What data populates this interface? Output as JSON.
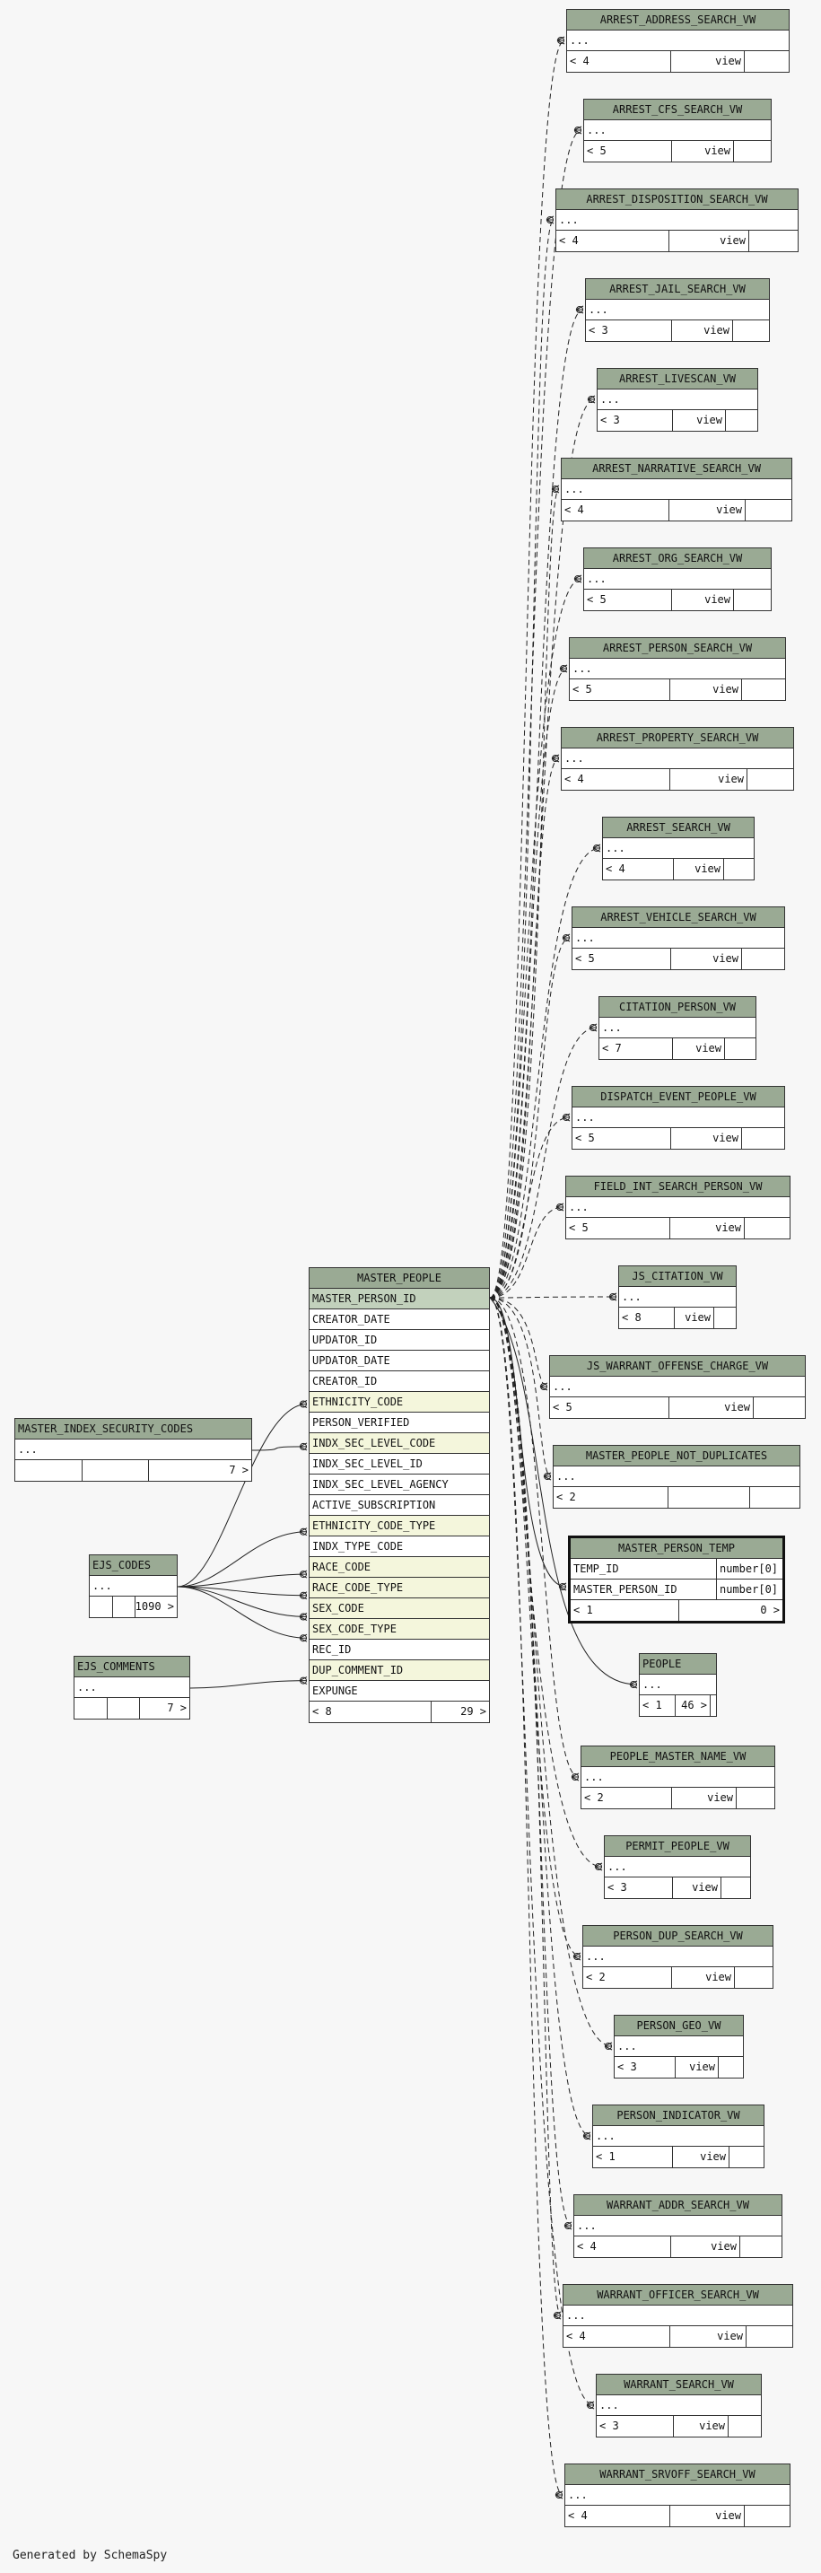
{
  "footer": "Generated by SchemaSpy",
  "colors": {
    "header": "#9aaa94",
    "key_column": "#f4f6dc",
    "primary_key": "#c2d1bc",
    "background": "#f7f7f7"
  },
  "views": [
    {
      "name": "ARREST_ADDRESS_SEARCH_VW",
      "row": "...",
      "count": "< 4",
      "kind": "view"
    },
    {
      "name": "ARREST_CFS_SEARCH_VW",
      "row": "...",
      "count": "< 5",
      "kind": "view"
    },
    {
      "name": "ARREST_DISPOSITION_SEARCH_VW",
      "row": "...",
      "count": "< 4",
      "kind": "view"
    },
    {
      "name": "ARREST_JAIL_SEARCH_VW",
      "row": "...",
      "count": "< 3",
      "kind": "view"
    },
    {
      "name": "ARREST_LIVESCAN_VW",
      "row": "...",
      "count": "< 3",
      "kind": "view"
    },
    {
      "name": "ARREST_NARRATIVE_SEARCH_VW",
      "row": "...",
      "count": "< 4",
      "kind": "view"
    },
    {
      "name": "ARREST_ORG_SEARCH_VW",
      "row": "...",
      "count": "< 5",
      "kind": "view"
    },
    {
      "name": "ARREST_PERSON_SEARCH_VW",
      "row": "...",
      "count": "< 5",
      "kind": "view"
    },
    {
      "name": "ARREST_PROPERTY_SEARCH_VW",
      "row": "...",
      "count": "< 4",
      "kind": "view"
    },
    {
      "name": "ARREST_SEARCH_VW",
      "row": "...",
      "count": "< 4",
      "kind": "view"
    },
    {
      "name": "ARREST_VEHICLE_SEARCH_VW",
      "row": "...",
      "count": "< 5",
      "kind": "view"
    },
    {
      "name": "CITATION_PERSON_VW",
      "row": "...",
      "count": "< 7",
      "kind": "view"
    },
    {
      "name": "DISPATCH_EVENT_PEOPLE_VW",
      "row": "...",
      "count": "< 5",
      "kind": "view"
    },
    {
      "name": "FIELD_INT_SEARCH_PERSON_VW",
      "row": "...",
      "count": "< 5",
      "kind": "view"
    },
    {
      "name": "JS_CITATION_VW",
      "row": "...",
      "count": "< 8",
      "kind": "view"
    },
    {
      "name": "JS_WARRANT_OFFENSE_CHARGE_VW",
      "row": "...",
      "count": "< 5",
      "kind": "view"
    },
    {
      "name": "MASTER_PEOPLE_NOT_DUPLICATES",
      "row": "...",
      "count": "< 2",
      "kind": ""
    },
    {
      "name": "PEOPLE_MASTER_NAME_VW",
      "row": "...",
      "count": "< 2",
      "kind": "view"
    },
    {
      "name": "PERMIT_PEOPLE_VW",
      "row": "...",
      "count": "< 3",
      "kind": "view"
    },
    {
      "name": "PERSON_DUP_SEARCH_VW",
      "row": "...",
      "count": "< 2",
      "kind": "view"
    },
    {
      "name": "PERSON_GEO_VW",
      "row": "...",
      "count": "< 3",
      "kind": "view"
    },
    {
      "name": "PERSON_INDICATOR_VW",
      "row": "...",
      "count": "< 1",
      "kind": "view"
    },
    {
      "name": "WARRANT_ADDR_SEARCH_VW",
      "row": "...",
      "count": "< 4",
      "kind": "view"
    },
    {
      "name": "WARRANT_OFFICER_SEARCH_VW",
      "row": "...",
      "count": "< 4",
      "kind": "view"
    },
    {
      "name": "WARRANT_SEARCH_VW",
      "row": "...",
      "count": "< 3",
      "kind": "view"
    },
    {
      "name": "WARRANT_SRVOFF_SEARCH_VW",
      "row": "...",
      "count": "< 4",
      "kind": "view"
    }
  ],
  "master_people": {
    "name": "MASTER_PEOPLE",
    "columns": [
      {
        "name": "MASTER_PERSON_ID",
        "kind": "pk"
      },
      {
        "name": "CREATOR_DATE",
        "kind": ""
      },
      {
        "name": "UPDATOR_ID",
        "kind": ""
      },
      {
        "name": "UPDATOR_DATE",
        "kind": ""
      },
      {
        "name": "CREATOR_ID",
        "kind": ""
      },
      {
        "name": "ETHNICITY_CODE",
        "kind": "fk"
      },
      {
        "name": "PERSON_VERIFIED",
        "kind": ""
      },
      {
        "name": "INDX_SEC_LEVEL_CODE",
        "kind": "fk"
      },
      {
        "name": "INDX_SEC_LEVEL_ID",
        "kind": ""
      },
      {
        "name": "INDX_SEC_LEVEL_AGENCY",
        "kind": ""
      },
      {
        "name": "ACTIVE_SUBSCRIPTION",
        "kind": ""
      },
      {
        "name": "ETHNICITY_CODE_TYPE",
        "kind": "fk"
      },
      {
        "name": "INDX_TYPE_CODE",
        "kind": ""
      },
      {
        "name": "RACE_CODE",
        "kind": "fk"
      },
      {
        "name": "RACE_CODE_TYPE",
        "kind": "fk"
      },
      {
        "name": "SEX_CODE",
        "kind": "fk"
      },
      {
        "name": "SEX_CODE_TYPE",
        "kind": "fk"
      },
      {
        "name": "REC_ID",
        "kind": ""
      },
      {
        "name": "DUP_COMMENT_ID",
        "kind": "fk"
      },
      {
        "name": "EXPUNGE",
        "kind": ""
      }
    ],
    "footer_left": "< 8",
    "footer_right": "29 >"
  },
  "master_index_security_codes": {
    "name": "MASTER_INDEX_SECURITY_CODES",
    "row": "...",
    "count": "7 >"
  },
  "ejs_codes": {
    "name": "EJS_CODES",
    "row": "...",
    "count": "1090 >"
  },
  "ejs_comments": {
    "name": "EJS_COMMENTS",
    "row": "...",
    "count": "7 >"
  },
  "master_person_temp": {
    "name": "MASTER_PERSON_TEMP",
    "rows": [
      {
        "col": "TEMP_ID",
        "type": "number[0]"
      },
      {
        "col": "MASTER_PERSON_ID",
        "type": "number[0]"
      }
    ],
    "footer_left": "< 1",
    "footer_right": "0 >"
  },
  "people": {
    "name": "PEOPLE",
    "row": "...",
    "count_left": "< 1",
    "count_right": "46 >"
  }
}
